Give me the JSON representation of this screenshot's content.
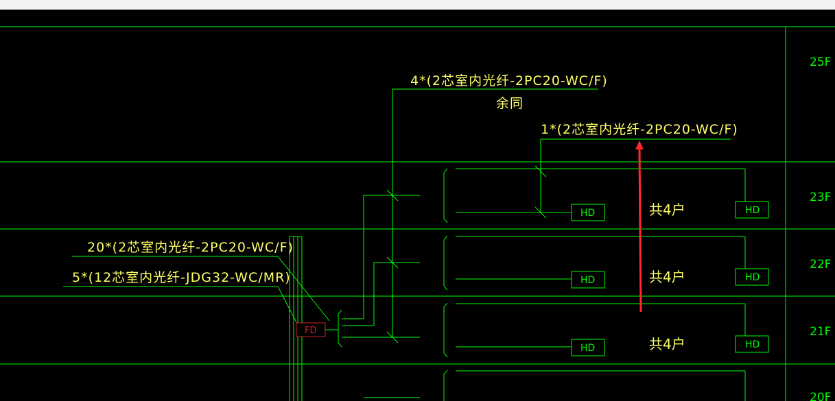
{
  "colors": {
    "background": "#000000",
    "line": "#00ff00",
    "text": "#ffff66",
    "fd": "#cc2222",
    "arrow": "#ff2a2a"
  },
  "labels": {
    "riser_top": "4*(2芯室内光纤-2PC20-WC/F)",
    "riser_top_note": "余同",
    "branch": "1*(2芯室内光纤-2PC20-WC/F)",
    "incoming_1": "20*(2芯室内光纤-2PC20-WC/F)",
    "incoming_2": "5*(12芯室内光纤-JDG32-WC/MR)"
  },
  "floors": [
    "25F",
    "23F",
    "22F",
    "21F",
    "20F"
  ],
  "households": [
    "共4户",
    "共4户",
    "共4户"
  ],
  "box_hd": "HD",
  "box_fd": "FD"
}
